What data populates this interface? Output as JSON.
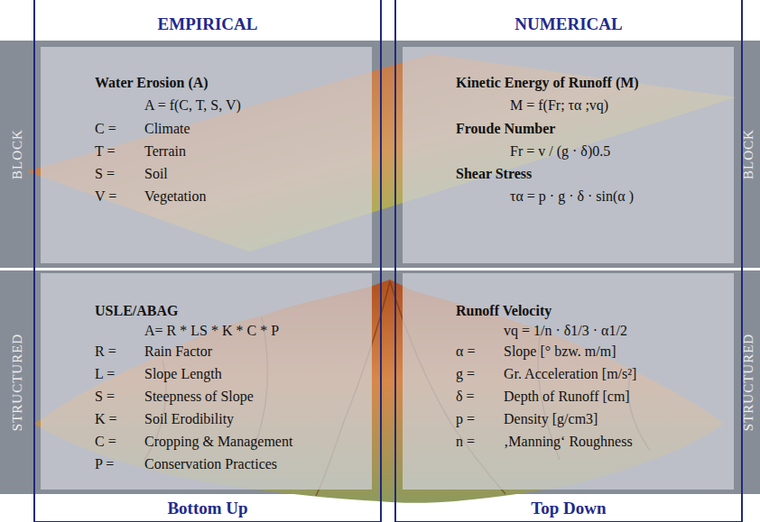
{
  "diagram": {
    "nodes": [
      {
        "text": [
          "BLOCK",
          "BLOCK"
        ]
      },
      {
        "text": [
          "STRUCTURED",
          "STRUCTURED"
        ]
      },
      {
        "text": [
          "EMPIRICAL",
          "Bottom Up"
        ]
      },
      {
        "text": [
          "NUMERICAL",
          "Top Down"
        ]
      },
      {
        "text": [
          "Water Erosion (A)",
          "A = f(C, T, S, V)",
          "C =",
          "Climate",
          "T =",
          "Terrain",
          "S =",
          "Soil",
          "V =",
          "Vegetation"
        ],
        "in": 2
      },
      {
        "text": [
          "Kinetic Energy of Runoff (M)",
          "M = f(Fr; τα ;vq)",
          "Froude Number",
          "Fr = v / (g · δ)0.5",
          "Shear Stress",
          "τα = p · g · δ · sin(α )"
        ],
        "in": 3
      },
      {
        "text": [
          "USLE/ABAG",
          "A= R * LS * K * C * P",
          "R =",
          "Rain Factor",
          "L =",
          "Slope Length",
          "S =",
          "Steepness of Slope",
          "K =",
          "Soil Erodibility",
          "C =",
          "Cropping & Management",
          "P =",
          "Conservation Practices"
        ],
        "in": 2
      },
      {
        "text": [
          "Runoff Velocity",
          "vq = 1/n · δ1/3 · α1/2",
          "α =",
          "Slope [° bzw. m/m]",
          "g =",
          "Gr. Acceleration [m/s²]",
          "δ =",
          "Depth of Runoff [cm]",
          "p =",
          "Density [g/cm3]",
          "n =",
          "‚Manning‘ Roughness"
        ],
        "in": 3
      }
    ]
  }
}
